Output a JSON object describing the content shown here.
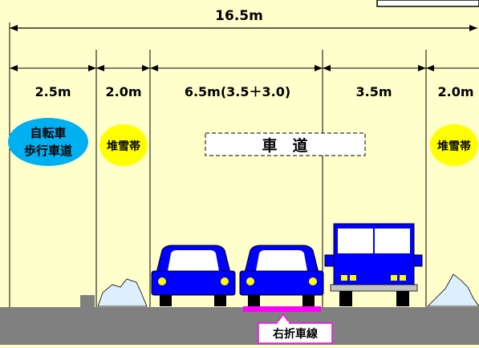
{
  "total_width": "16.5m",
  "lane_widths": [
    "2.5m",
    "2.0m",
    "6.5m(3.5＋3.0)",
    "3.5m",
    "2.0m"
  ],
  "bubbles": {
    "bike_path": [
      "自転車",
      "歩行車道"
    ],
    "snow_left": "堆雪帯",
    "snow_right": "堆雪帯"
  },
  "roadway_label": "車　道",
  "right_turn_label": "右折車線",
  "colors": {
    "background": "#ffffcc",
    "road": "#808080",
    "car_body": "#0000ff",
    "bike_bubble": "#00b0f0",
    "snow_bubble": "#ffff00",
    "snow": "#ddeeff",
    "turn_lane": "#ff00ff",
    "light": "#ffff00"
  }
}
